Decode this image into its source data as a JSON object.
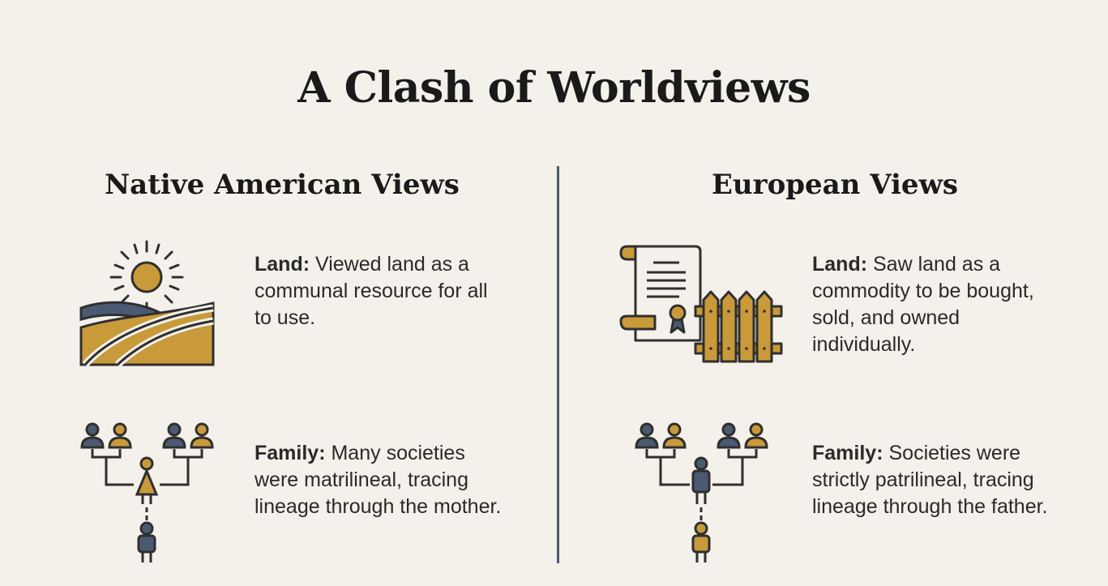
{
  "title": "A Clash of Worldviews",
  "columns": {
    "native": {
      "heading": "Native American Views",
      "land": {
        "label": "Land:",
        "text": "Viewed land as a communal resource for all to use."
      },
      "family": {
        "label": "Family:",
        "text": "Many societies were matrilineal, tracing lineage through the mother."
      }
    },
    "european": {
      "heading": "European Views",
      "land": {
        "label": "Land:",
        "text": "Saw land as a commodity to be bought, sold, and owned individually."
      },
      "family": {
        "label": "Family:",
        "text": "Societies were strictly patrilineal, tracing lineage through the father."
      }
    }
  },
  "icons": {
    "native_land": "sun-over-fields-icon",
    "native_family": "matrilineal-family-tree-icon",
    "european_land": "deed-and-fence-icon",
    "european_family": "patrilineal-family-tree-icon"
  },
  "colors": {
    "gold": "#c99a3a",
    "slate": "#4b5a72",
    "ink": "#2f2f2f",
    "paper": "#f4f0ea"
  }
}
